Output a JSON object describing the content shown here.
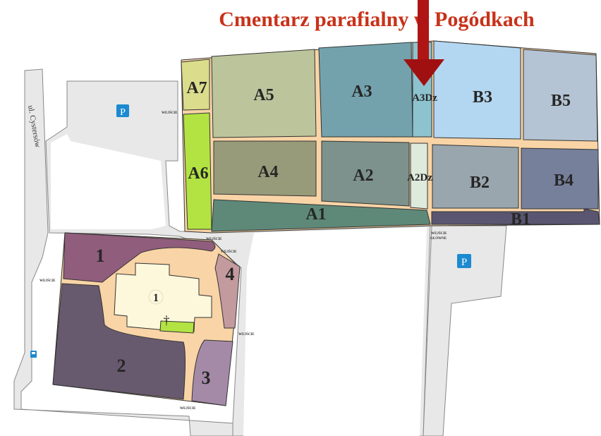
{
  "title": "Cmentarz parafialny w Pogódkach",
  "street": "ul. Cystersów",
  "parking_label": "P",
  "entrance_label": "WEJŚCIE",
  "main_entrance": [
    "WEJŚCIE",
    "GŁÓWNE"
  ],
  "sections": {
    "A1": "A1",
    "A2": "A2",
    "A2Dz": "A2Dz",
    "A3": "A3",
    "A3Dz": "A3Dz",
    "A4": "A4",
    "A5": "A5",
    "A6": "A6",
    "A7": "A7",
    "B1": "B1",
    "B2": "B2",
    "B3": "B3",
    "B4": "B4",
    "B5": "B5",
    "s1": "1",
    "s2": "2",
    "s3": "3",
    "s4": "4",
    "church": "1"
  },
  "colors": {
    "title": "#c8321a",
    "arrow": "#b01515",
    "parking": "#1b8ad0",
    "path": "#f9d4a6"
  }
}
